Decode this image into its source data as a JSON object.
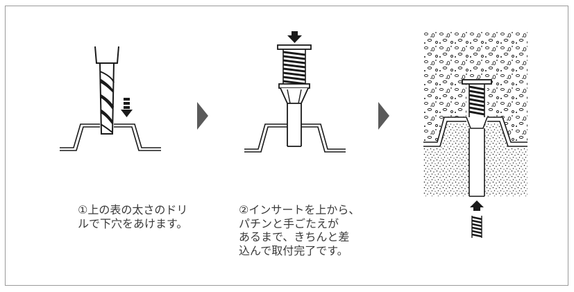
{
  "steps": [
    {
      "caption": "①上の表の太さのドリ\n  ルで下穴をあけます。"
    },
    {
      "caption": "②インサートを上から、\n  パチンと手ごたえが\n  あるまで、きちんと差\n  込んで取付完了です。"
    },
    {
      "caption": ""
    }
  ],
  "colors": {
    "line": "#1a1a1a",
    "arrow": "#5a5a5a",
    "frame": "#9a9a9a",
    "text": "#3a3a3a"
  },
  "icons": {
    "step_arrow": "right-pointing-triangle-arrow",
    "push_arrow": "down-arrow",
    "insert_arrow": "up-arrow"
  }
}
